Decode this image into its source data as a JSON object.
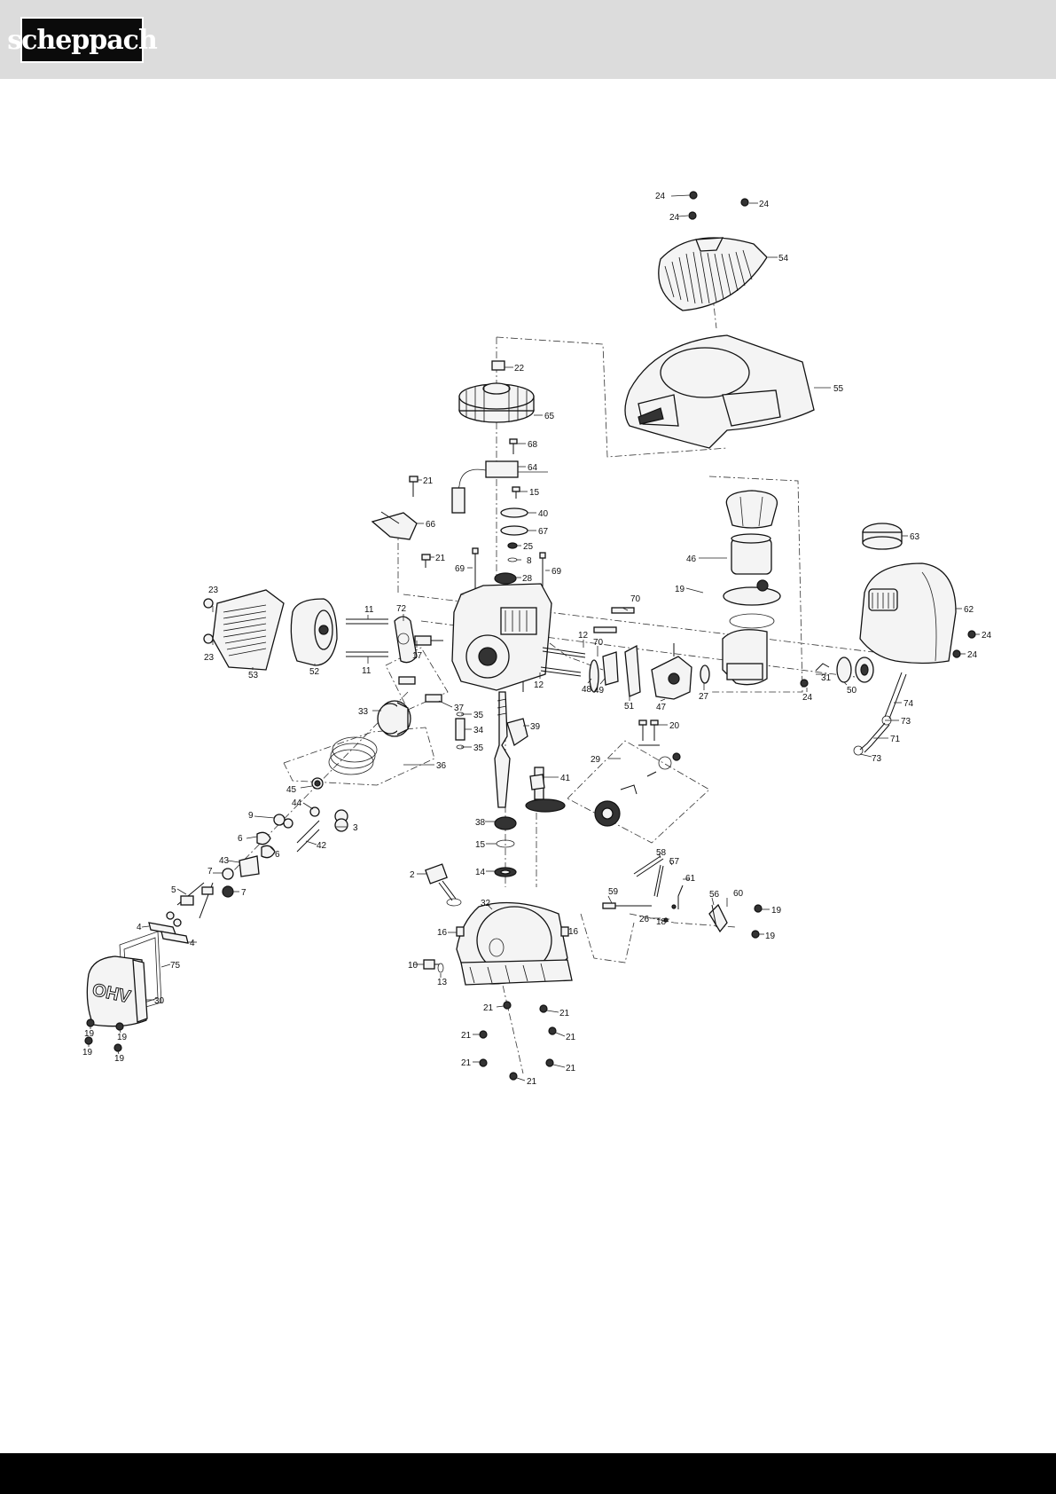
{
  "header": {
    "brand": "scheppach"
  },
  "colors": {
    "header_bg": "#dcdcdc",
    "footer_bg": "#000000",
    "line": "#111111"
  },
  "diagram": {
    "callouts": {
      "c_24a": "24",
      "c_24b": "24",
      "c_24c": "24",
      "c_54": "54",
      "c_55": "55",
      "c_22": "22",
      "c_65": "65",
      "c_68": "68",
      "c_64": "64",
      "c_15a": "15",
      "c_40": "40",
      "c_67": "67",
      "c_25": "25",
      "c_8": "8",
      "c_28": "28",
      "c_69a": "69",
      "c_69b": "69",
      "c_21a": "21",
      "c_66": "66",
      "c_21b": "21",
      "c_46": "46",
      "c_63": "63",
      "c_19a": "19",
      "c_70a": "70",
      "c_62": "62",
      "c_24d": "24",
      "c_24e": "24",
      "c_23a": "23",
      "c_23b": "23",
      "c_11a": "11",
      "c_72": "72",
      "c_11b": "11",
      "c_53": "53",
      "c_52": "52",
      "c_17": "17",
      "c_12a": "12",
      "c_70b": "70",
      "c_12b": "12",
      "c_48": "48",
      "c_49": "49",
      "c_51": "51",
      "c_47": "47",
      "c_27": "27",
      "c_24f": "24",
      "c_31": "31",
      "c_50": "50",
      "c_74": "74",
      "c_73a": "73",
      "c_71": "71",
      "c_73b": "73",
      "c_37": "37",
      "c_33": "33",
      "c_35a": "35",
      "c_34": "34",
      "c_35b": "35",
      "c_39": "39",
      "c_36": "36",
      "c_29": "29",
      "c_20": "20",
      "c_41": "41",
      "c_45": "45",
      "c_44": "44",
      "c_9": "9",
      "c_3": "3",
      "c_6a": "6",
      "c_42": "42",
      "c_6b": "6",
      "c_43": "43",
      "c_7a": "7",
      "c_7b": "7",
      "c_38": "38",
      "c_15b": "15",
      "c_14": "14",
      "c_5": "5",
      "c_2": "2",
      "c_58": "58",
      "c_57": "57",
      "c_61": "61",
      "c_59": "59",
      "c_56": "56",
      "c_60": "60",
      "c_32": "32",
      "c_26": "26",
      "c_18": "18",
      "c_19b": "19",
      "c_19c": "19",
      "c_16a": "16",
      "c_16b": "16",
      "c_4a": "4",
      "c_4b": "4",
      "c_75": "75",
      "c_10": "10",
      "c_13": "13",
      "c_30": "30",
      "c_19d": "19",
      "c_19e": "19",
      "c_19f": "19",
      "c_19g": "19",
      "c_21c": "21",
      "c_21d": "21",
      "c_21e": "21",
      "c_21f": "21",
      "c_21g": "21",
      "c_21h": "21",
      "c_21i": "21"
    },
    "stamp_text": "OHV"
  }
}
